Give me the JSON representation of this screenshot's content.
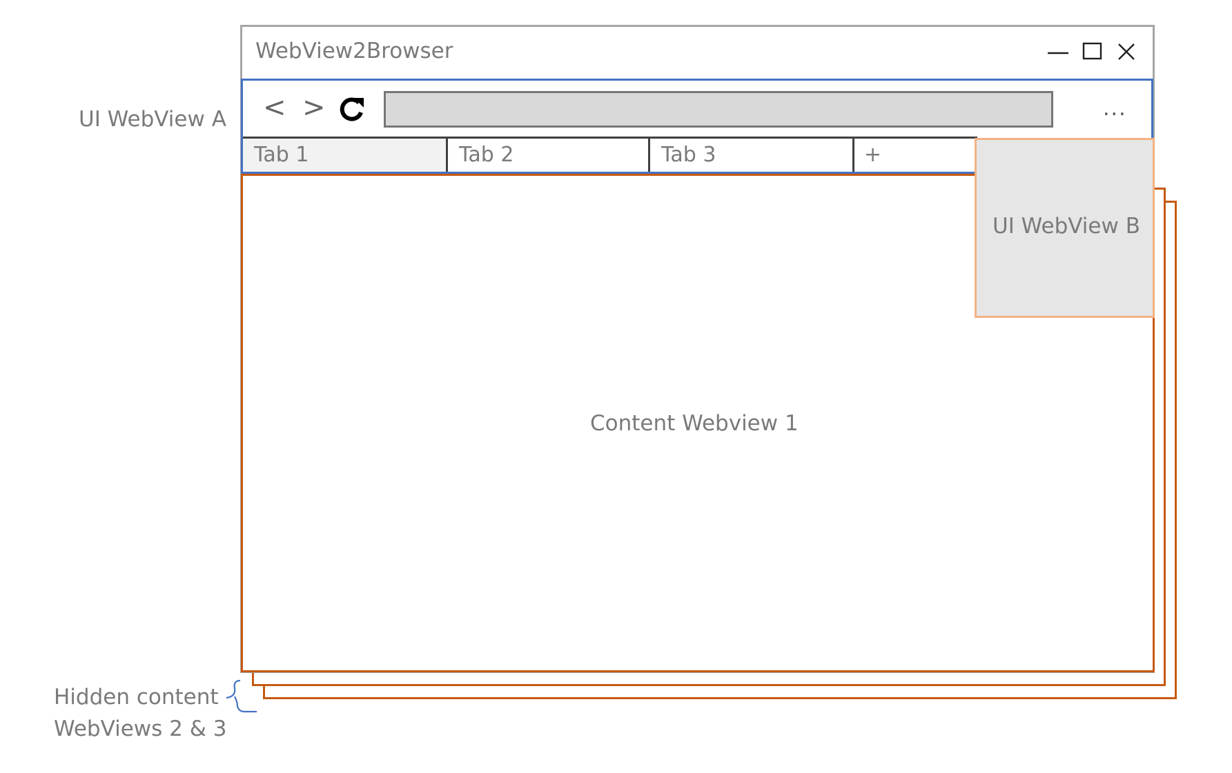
{
  "window": {
    "title": "WebView2Browser",
    "controls": [
      "minimize-icon",
      "maximize-icon",
      "close-icon"
    ]
  },
  "toolbar": {
    "back_label": "<",
    "forward_label": ">",
    "refresh_icon": "refresh-icon",
    "address_value": "",
    "more_label": "..."
  },
  "tabs": [
    {
      "label": "Tab 1"
    },
    {
      "label": "Tab 2"
    },
    {
      "label": "Tab 3"
    },
    {
      "label": "+"
    }
  ],
  "content": {
    "label": "Content Webview 1"
  },
  "ui_webview_b": {
    "label": "UI WebView B"
  },
  "annotations": {
    "ui_webview_a": "UI WebView A",
    "hidden_line1": "Hidden content",
    "hidden_line2": "WebViews 2 & 3"
  },
  "colors": {
    "ui_webview_a_border": "#4472c4",
    "content_border": "#c55a11",
    "ui_webview_b_border": "#f4b183",
    "ui_webview_b_fill": "#e6e6e6",
    "address_fill": "#d9d9d9",
    "active_tab_fill": "#f2f2f2"
  }
}
